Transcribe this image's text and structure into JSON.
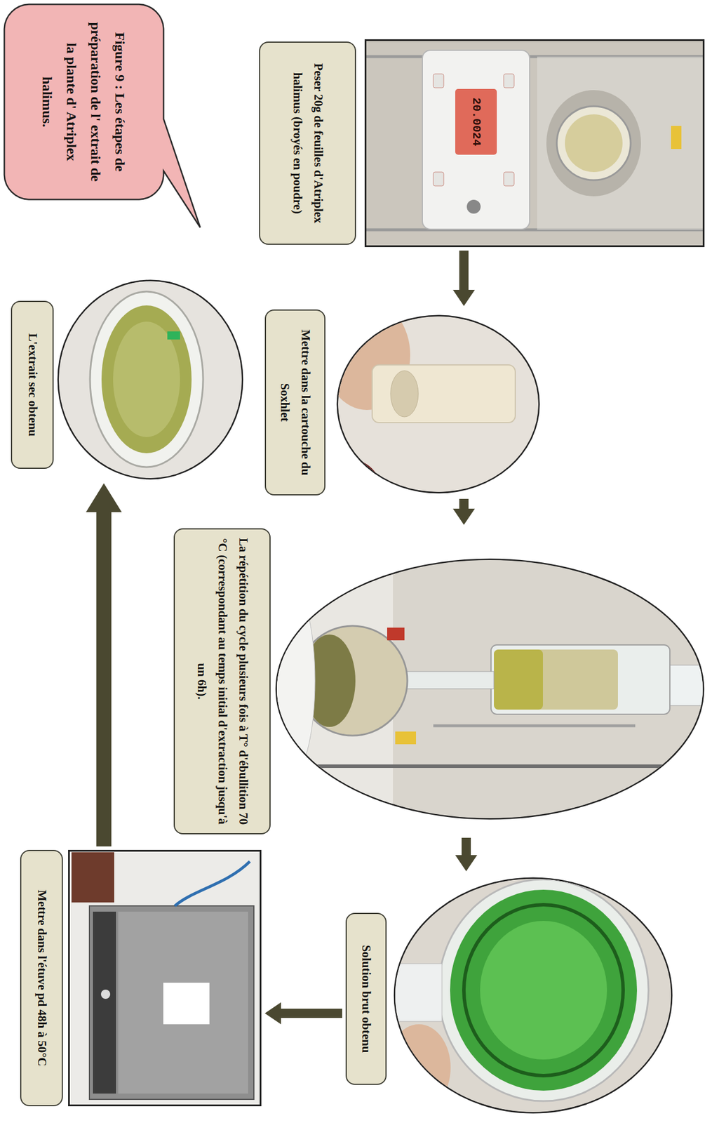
{
  "diagram": {
    "caption": "Figure 9 : Les étapes de préparation de l' extrait de la plante d' Atriplex halimus.",
    "nodes": [
      {
        "text": [
          "Peser 20g de feuilles d'Atriplex halimus (broyés en poudre)"
        ]
      },
      {
        "text": [
          "Mettre dans la cartouche du Soxhlet"
        ]
      },
      {
        "text": [
          "La répétition du cycle plusieurs fois à T° d'ébullition 70 °C (correspondant au temps initial d'extraction jusqu'à un 6h)."
        ]
      },
      {
        "text": [
          "Solution brut obtenu"
        ]
      },
      {
        "text": [
          "Mettre dans l'étuve pd 48h à 50°C"
        ]
      },
      {
        "text": [
          "L'extrait sec obtenu"
        ]
      }
    ],
    "edges": [
      {
        "from": 0,
        "to": 1,
        "arrow": "to"
      },
      {
        "from": 1,
        "to": 2,
        "arrow": "to"
      },
      {
        "from": 2,
        "to": 3,
        "arrow": "to"
      },
      {
        "from": 3,
        "to": 4,
        "arrow": "to"
      },
      {
        "from": 4,
        "to": 5,
        "arrow": "to"
      }
    ],
    "labels": [
      "20.0024"
    ]
  }
}
